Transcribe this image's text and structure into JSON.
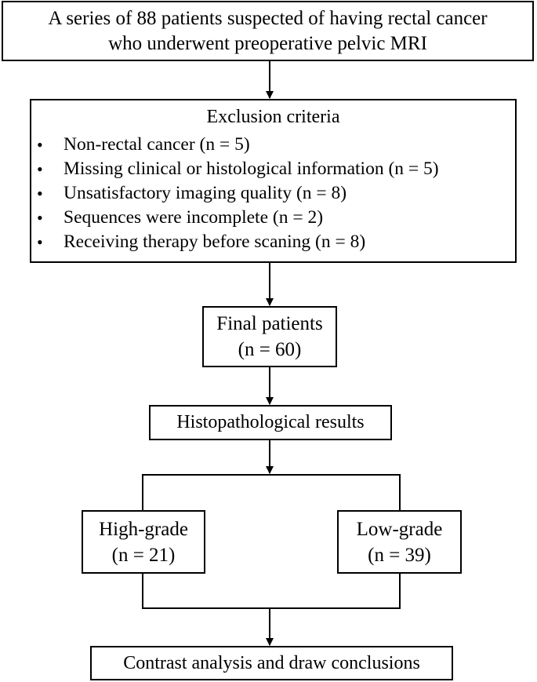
{
  "top_box": {
    "line1": "A series of 88 patients suspected of having rectal cancer",
    "line2": "who underwent preoperative pelvic MRI"
  },
  "exclusion": {
    "title": "Exclusion criteria",
    "bullet": "•",
    "items": [
      "Non-rectal cancer (n = 5)",
      "Missing clinical or histological information (n = 5)",
      "Unsatisfactory imaging quality (n = 8)",
      "Sequences were incomplete (n = 2)",
      "Receiving therapy  before scaning (n = 8)"
    ]
  },
  "final_patients": {
    "line1": "Final patients",
    "line2": "(n = 60)"
  },
  "histopathology": {
    "label": "Histopathological results"
  },
  "high_grade": {
    "line1": "High-grade",
    "line2": "(n = 21)"
  },
  "low_grade": {
    "line1": "Low-grade",
    "line2": "(n = 39)"
  },
  "conclusion": {
    "label": "Contrast analysis and draw conclusions"
  }
}
